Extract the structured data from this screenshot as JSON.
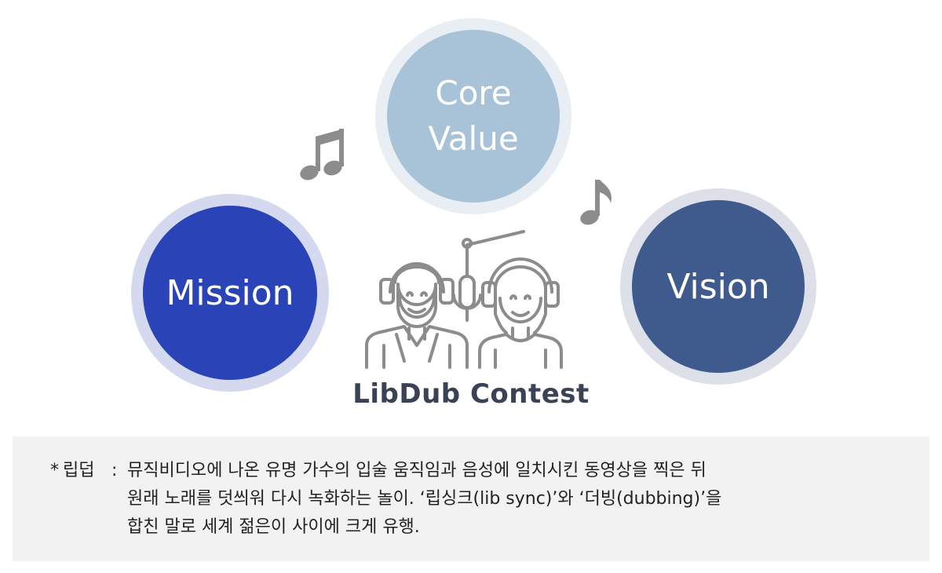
{
  "circles": {
    "core_value": {
      "line1": "Core",
      "line2": "Value"
    },
    "mission": {
      "label": "Mission"
    },
    "vision": {
      "label": "Vision"
    }
  },
  "center": {
    "title": "LibDub Contest"
  },
  "footnote": {
    "asterisk": "*",
    "term": "립덥",
    "colon": ":",
    "lines": [
      "뮤직비디오에 나온 유명 가수의 입술 움직임과 음성에 일치시킨 동영상을 찍은 뒤",
      "원래 노래를 덧씌워 다시 녹화하는 놀이. ‘립싱크(lib sync)’와 ‘더빙(dubbing)’을",
      "합친 말로 세계 젊은이 사이에 크게 유행."
    ]
  },
  "icons": {
    "left_note": "beamed-eighth-notes-icon",
    "right_note": "eighth-note-icon",
    "illustration": "two-people-headphones-microphone-icon"
  },
  "colors": {
    "core_value": "#a8c3d7",
    "mission": "#2a44b8",
    "vision": "#3f5a8d",
    "icon_gray": "#8c8c8c",
    "title_text": "#3a4356",
    "footnote_bg": "#f3f2f2"
  }
}
